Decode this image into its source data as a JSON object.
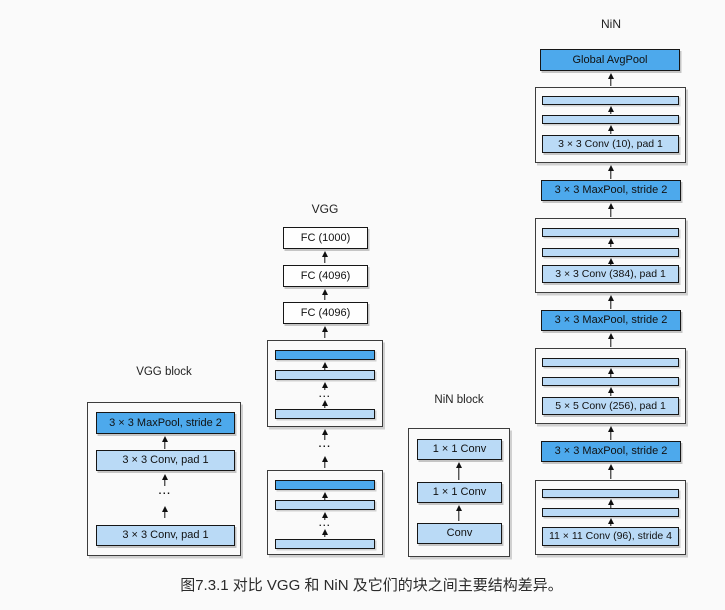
{
  "page": {
    "background": "#fafafa"
  },
  "colors": {
    "pool_blue": "#4da9ec",
    "conv_blue": "#badaf6",
    "box_white": "#fefefe"
  },
  "ellipsis": "...",
  "caption": "图7.3.1 对比 VGG 和 NiN 及它们的块之间主要结构差异。",
  "vgg_block": {
    "title": "VGG block",
    "maxpool": "3 × 3 MaxPool, stride 2",
    "conv_upper": "3 × 3 Conv, pad 1",
    "conv_lower": "3 × 3 Conv, pad 1"
  },
  "vgg": {
    "title": "VGG",
    "fc": [
      "FC (1000)",
      "FC (4096)",
      "FC (4096)"
    ]
  },
  "nin_block": {
    "title": "NiN block",
    "conv_1x1_upper": "1 × 1 Conv",
    "conv_1x1_lower": "1 × 1 Conv",
    "conv": "Conv"
  },
  "nin": {
    "title": "NiN",
    "global_avgpool": "Global AvgPool",
    "maxpool_upper": "3 × 3 MaxPool, stride 2",
    "maxpool_middle": "3 × 3 MaxPool, stride 2",
    "maxpool_lower": "3 × 3 MaxPool, stride 2",
    "conv_10": "3 × 3 Conv (10), pad 1",
    "conv_384": "3 × 3 Conv (384), pad 1",
    "conv_256": "5 × 5 Conv (256), pad 1",
    "conv_96": "11 × 11 Conv (96), stride 4"
  }
}
